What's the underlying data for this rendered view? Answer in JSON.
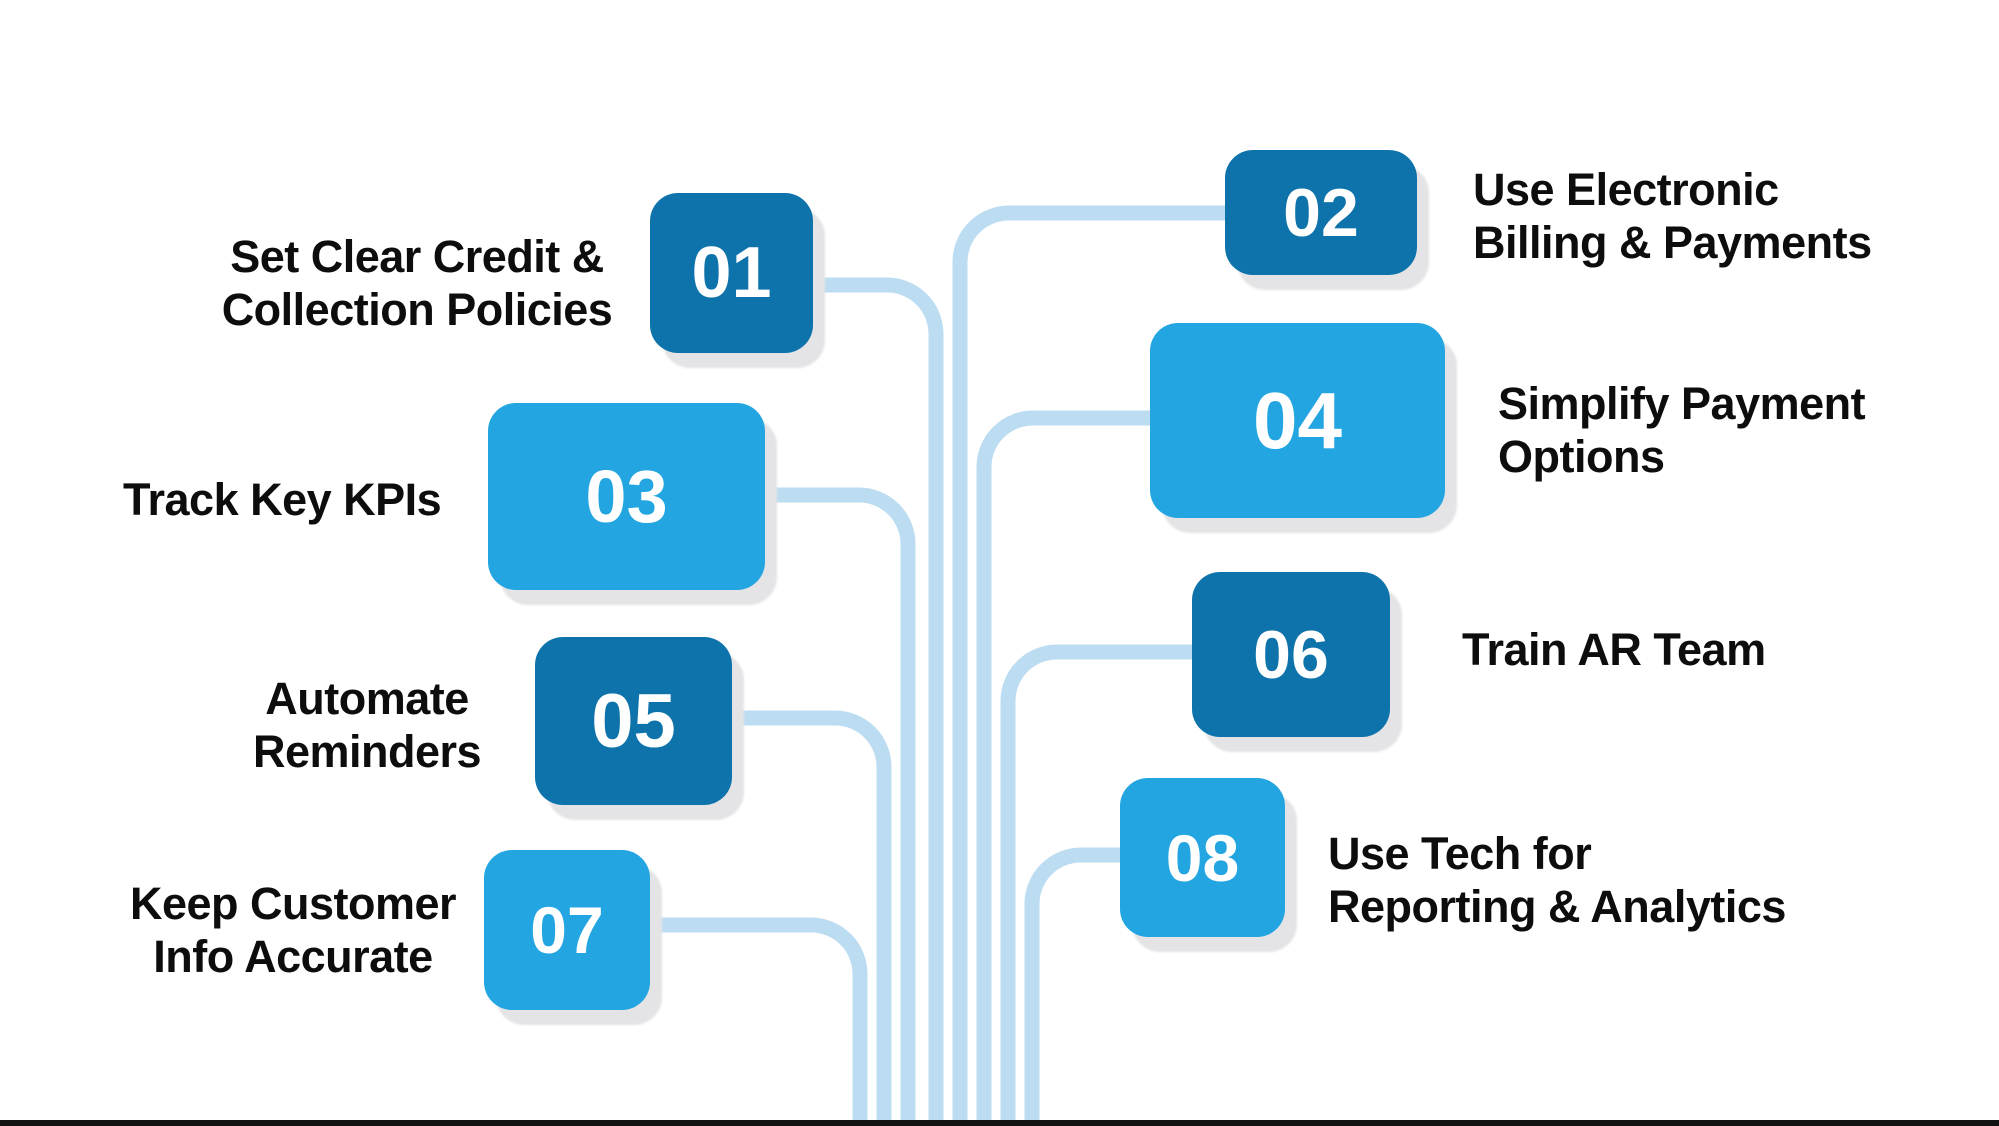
{
  "infographic": {
    "steps": [
      {
        "number": "01",
        "tone": "dark",
        "line1": "Set Clear Credit &",
        "line2": "Collection Policies"
      },
      {
        "number": "02",
        "tone": "dark",
        "line1": "Use Electronic",
        "line2": "Billing & Payments"
      },
      {
        "number": "03",
        "tone": "light",
        "line1": "Track Key KPIs",
        "line2": ""
      },
      {
        "number": "04",
        "tone": "light",
        "line1": "Simplify Payment",
        "line2": "Options"
      },
      {
        "number": "05",
        "tone": "dark",
        "line1": "Automate",
        "line2": "Reminders"
      },
      {
        "number": "06",
        "tone": "dark",
        "line1": "Train AR Team",
        "line2": ""
      },
      {
        "number": "07",
        "tone": "light",
        "line1": "Keep Customer",
        "line2": "Info Accurate"
      },
      {
        "number": "08",
        "tone": "light",
        "line1": "Use Tech for",
        "line2": "Reporting & Analytics"
      }
    ],
    "colors": {
      "dark_blue": "#0f73ab",
      "light_blue": "#23a5e1",
      "connector": "#bcdcf2",
      "shadow": "#e4e4e6",
      "label_text": "#0d0d0d",
      "number_text": "#ffffff",
      "footer_bar": "#121212",
      "background": "#ffffff"
    }
  }
}
